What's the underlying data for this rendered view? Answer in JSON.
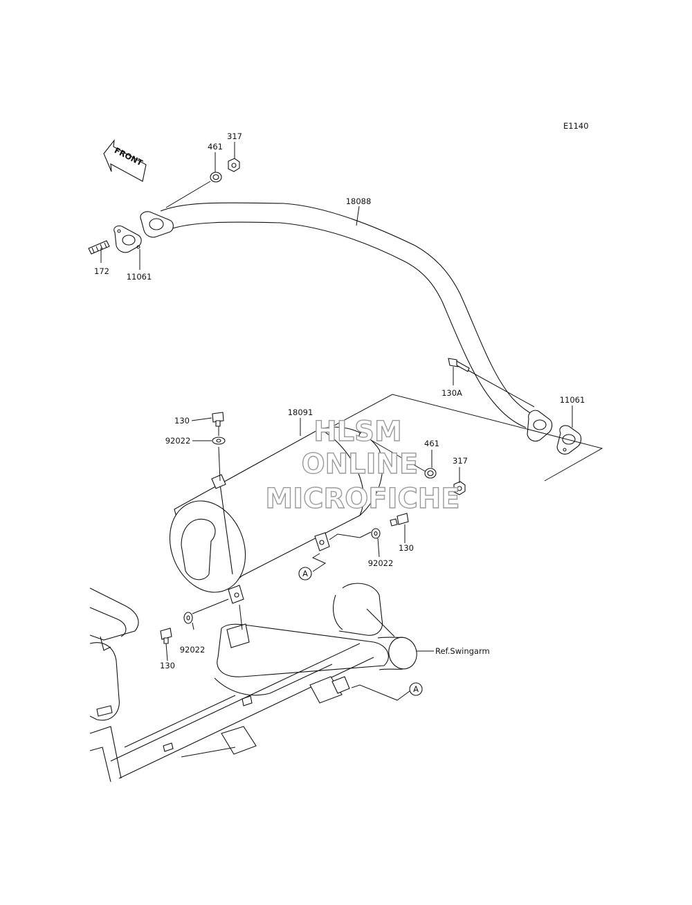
{
  "diagram_code": "E1140",
  "front_arrow_text": "FRONT",
  "callouts": {
    "p461_top": "461",
    "p317_top": "317",
    "p18088": "18088",
    "p172": "172",
    "p11061_left": "11061",
    "p130A": "130A",
    "p11061_right": "11061",
    "p130_top": "130",
    "p92022_top": "92022",
    "p18091": "18091",
    "p461_mid": "461",
    "p317_mid": "317",
    "p130_mid": "130",
    "p92022_mid": "92022",
    "p92022_bottom": "92022",
    "p130_bottom": "130",
    "ref_swingarm": "Ref.Swingarm",
    "marker_a1": "A",
    "marker_a2": "A"
  },
  "watermark": {
    "line1": "HLSM",
    "line2": "ONLINE",
    "line3": "MICROFICHE"
  }
}
